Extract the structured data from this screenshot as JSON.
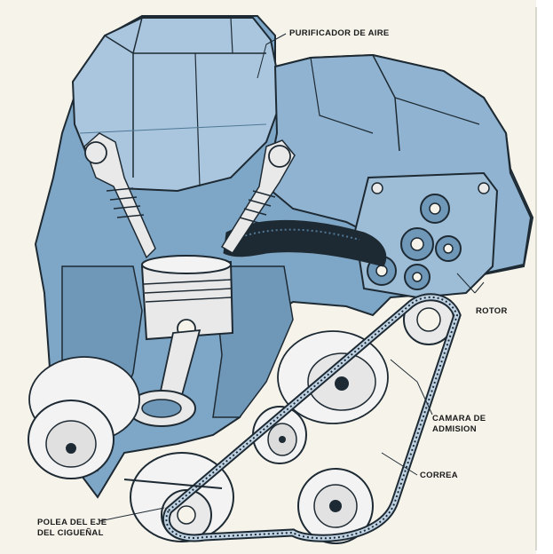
{
  "colors": {
    "paper": "#f6f3ea",
    "engine_blue": "#7ea6c6",
    "engine_light": "#a9c6de",
    "engine_dark": "#4f7896",
    "ink": "#1e2a33",
    "metal": "#e9e9e9"
  },
  "labels": {
    "air_filter": "PURIFICADOR DE AIRE",
    "rotor": "ROTOR",
    "intake_chamber_line1": "CAMARA DE",
    "intake_chamber_line2": "ADMISION",
    "belt": "CORREA",
    "crank_pulley_line1": "POLEA DEL EJE",
    "crank_pulley_line2": "DEL CIGUEÑAL"
  }
}
